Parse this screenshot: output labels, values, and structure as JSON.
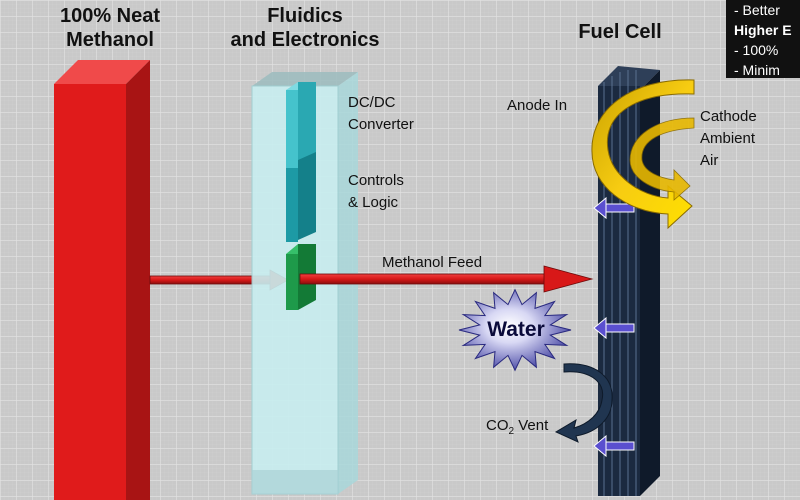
{
  "titles": {
    "methanol": [
      "100% Neat",
      "Methanol"
    ],
    "fluidics": [
      "Fluidics",
      "and Electronics"
    ],
    "fuel_cell": "Fuel Cell"
  },
  "labels": {
    "dcdc": [
      "DC/DC",
      "Converter"
    ],
    "controls": [
      "Controls",
      "& Logic"
    ],
    "methanol_feed": "Methanol Feed",
    "anode_in": "Anode In",
    "cathode": [
      "Cathode",
      "Ambient",
      "Air"
    ],
    "water": "Water",
    "co2_prefix": "CO",
    "co2_sub": "2",
    "co2_suffix": " Vent"
  },
  "info_box": {
    "line1": "- Better",
    "line2": "Higher E",
    "line3": "- 100%",
    "line4": "- Minim"
  },
  "colors": {
    "background": "#c9c9c9",
    "grid": "#e2e2e2",
    "tank_front": "#e01b1b",
    "tank_side": "#a81414",
    "tank_top": "#f04a4a",
    "panel": "#bfe6e8",
    "dcdc": "#45c3cc",
    "controls": "#1d9aa5",
    "valve": "#1e9a4a",
    "feed_arrow": "#d81818",
    "stack": "#1b2a40",
    "cathode_arrow": "#f2c200",
    "water_burst": "#3a3a9a",
    "small_arrow": "#5a4fcf",
    "co2_arrow": "#203550"
  }
}
